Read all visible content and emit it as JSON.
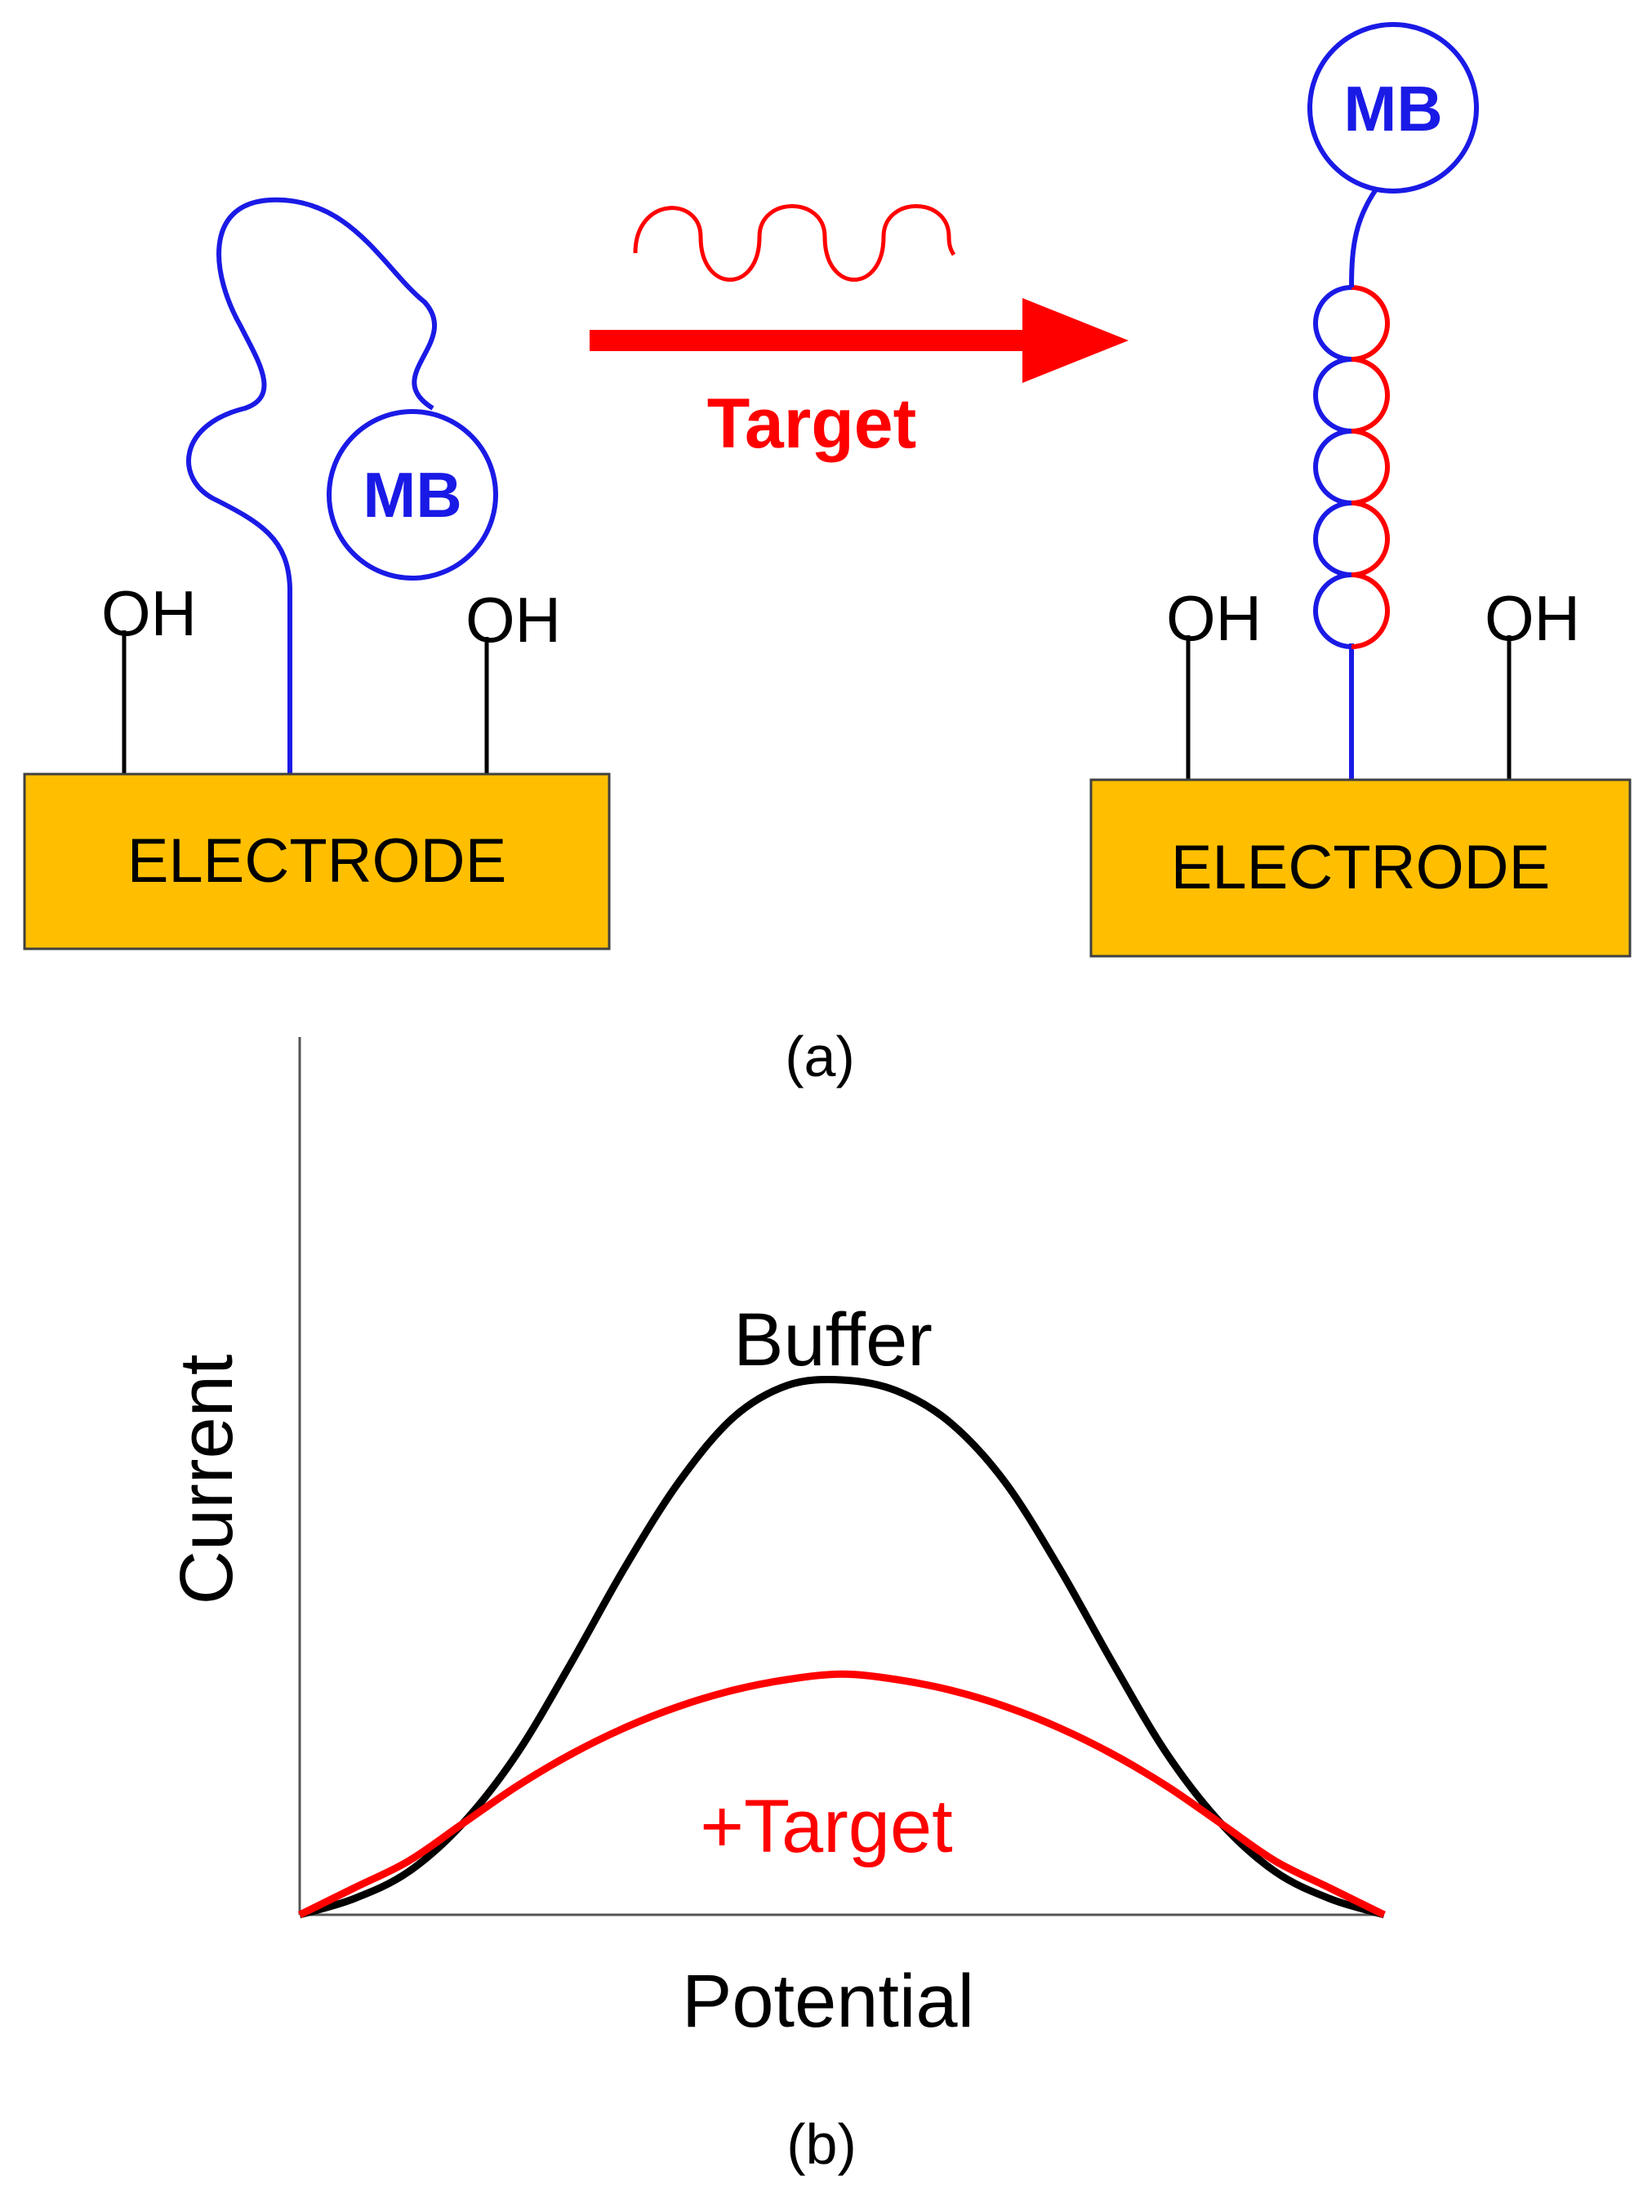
{
  "panel_a": {
    "caption": "(a)",
    "left": {
      "oh_left": "OH",
      "oh_right": "OH",
      "electrode": "ELECTRODE",
      "reporter": "MB"
    },
    "right": {
      "oh_left": "OH",
      "oh_right": "OH",
      "electrode": "ELECTRODE",
      "reporter": "MB"
    },
    "arrow_label": "Target"
  },
  "panel_b": {
    "caption": "(b)"
  },
  "colors": {
    "probe": "#1a1ae6",
    "target": "#ff0000",
    "electrode_fill": "#ffbf00",
    "buffer_curve": "#000000"
  },
  "chart_data": {
    "type": "line",
    "xlabel": "Potential",
    "ylabel": "Current",
    "x": [
      0,
      0.05,
      0.1,
      0.15,
      0.2,
      0.25,
      0.3,
      0.35,
      0.4,
      0.45,
      0.5,
      0.55,
      0.6,
      0.65,
      0.7,
      0.75,
      0.8,
      0.85,
      0.9,
      0.95,
      1
    ],
    "series": [
      {
        "name": "Buffer",
        "color": "#000000",
        "values": [
          0,
          0.03,
          0.08,
          0.17,
          0.3,
          0.47,
          0.65,
          0.81,
          0.93,
          0.99,
          1,
          0.98,
          0.92,
          0.81,
          0.65,
          0.47,
          0.3,
          0.17,
          0.08,
          0.03,
          0
        ]
      },
      {
        "name": "+Target",
        "color": "#ff0000",
        "values": [
          0,
          0.05,
          0.1,
          0.17,
          0.24,
          0.3,
          0.35,
          0.39,
          0.42,
          0.44,
          0.45,
          0.44,
          0.42,
          0.39,
          0.35,
          0.3,
          0.24,
          0.17,
          0.1,
          0.05,
          0
        ]
      }
    ]
  }
}
